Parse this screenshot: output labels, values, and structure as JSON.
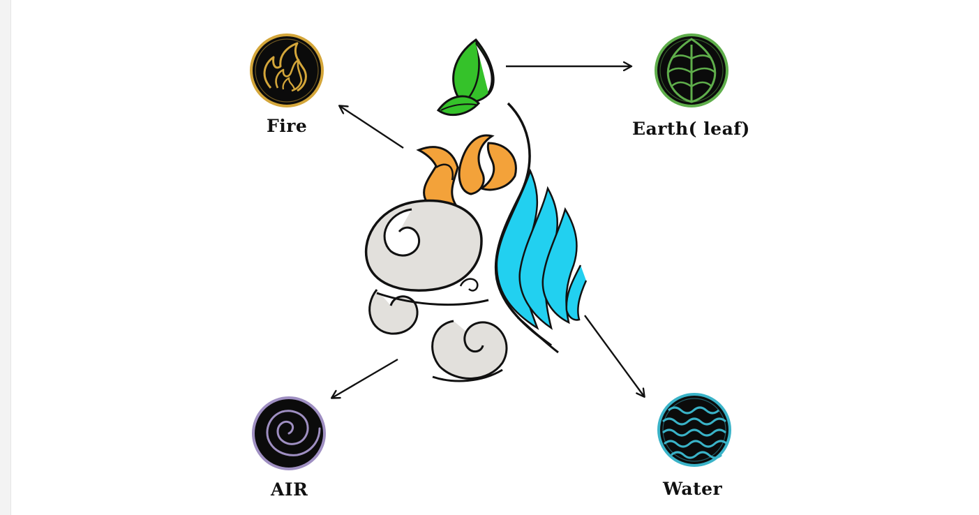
{
  "elements": {
    "fire": {
      "label": "Fire",
      "icon": "flame-icon",
      "ring_color": "#d4a63a",
      "fill_color": "#0b0b0b",
      "accent_color": "#f3a23a"
    },
    "earth": {
      "label": "Earth( leaf)",
      "icon": "leaf-icon",
      "ring_color": "#5fae4b",
      "fill_color": "#0b0b0b",
      "accent_color": "#3cc22a"
    },
    "air": {
      "label": "AIR",
      "icon": "spiral-icon",
      "ring_color": "#9f8fc2",
      "fill_color": "#0b0b0b",
      "accent_color": "#d9d9d9"
    },
    "water": {
      "label": "Water",
      "icon": "waves-icon",
      "ring_color": "#3ab3c8",
      "fill_color": "#0b0b0b",
      "accent_color": "#22d0f0"
    }
  },
  "center": {
    "icon": "combined-elements-emblem-icon"
  }
}
